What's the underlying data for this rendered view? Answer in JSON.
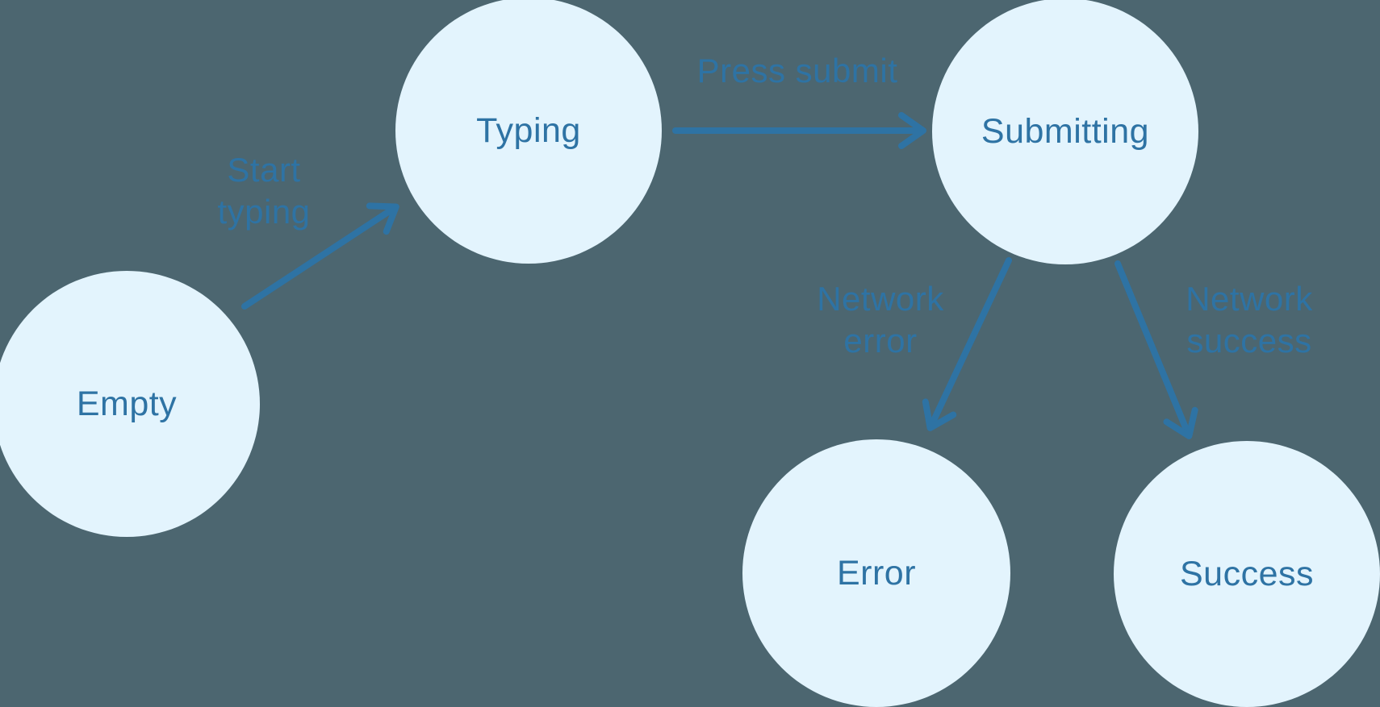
{
  "diagram": {
    "colors": {
      "background": "#4C6670",
      "node_fill": "#E3F4FD",
      "accent": "#2E73A4"
    },
    "nodes": [
      {
        "id": "empty",
        "label": "Empty"
      },
      {
        "id": "typing",
        "label": "Typing"
      },
      {
        "id": "submitting",
        "label": "Submitting"
      },
      {
        "id": "error",
        "label": "Error"
      },
      {
        "id": "success",
        "label": "Success"
      }
    ],
    "edges": [
      {
        "from": "empty",
        "to": "typing",
        "label_line1": "Start",
        "label_line2": "typing"
      },
      {
        "from": "typing",
        "to": "submitting",
        "label_line1": "Press submit",
        "label_line2": ""
      },
      {
        "from": "submitting",
        "to": "error",
        "label_line1": "Network",
        "label_line2": "error"
      },
      {
        "from": "submitting",
        "to": "success",
        "label_line1": "Network",
        "label_line2": "success"
      }
    ]
  }
}
